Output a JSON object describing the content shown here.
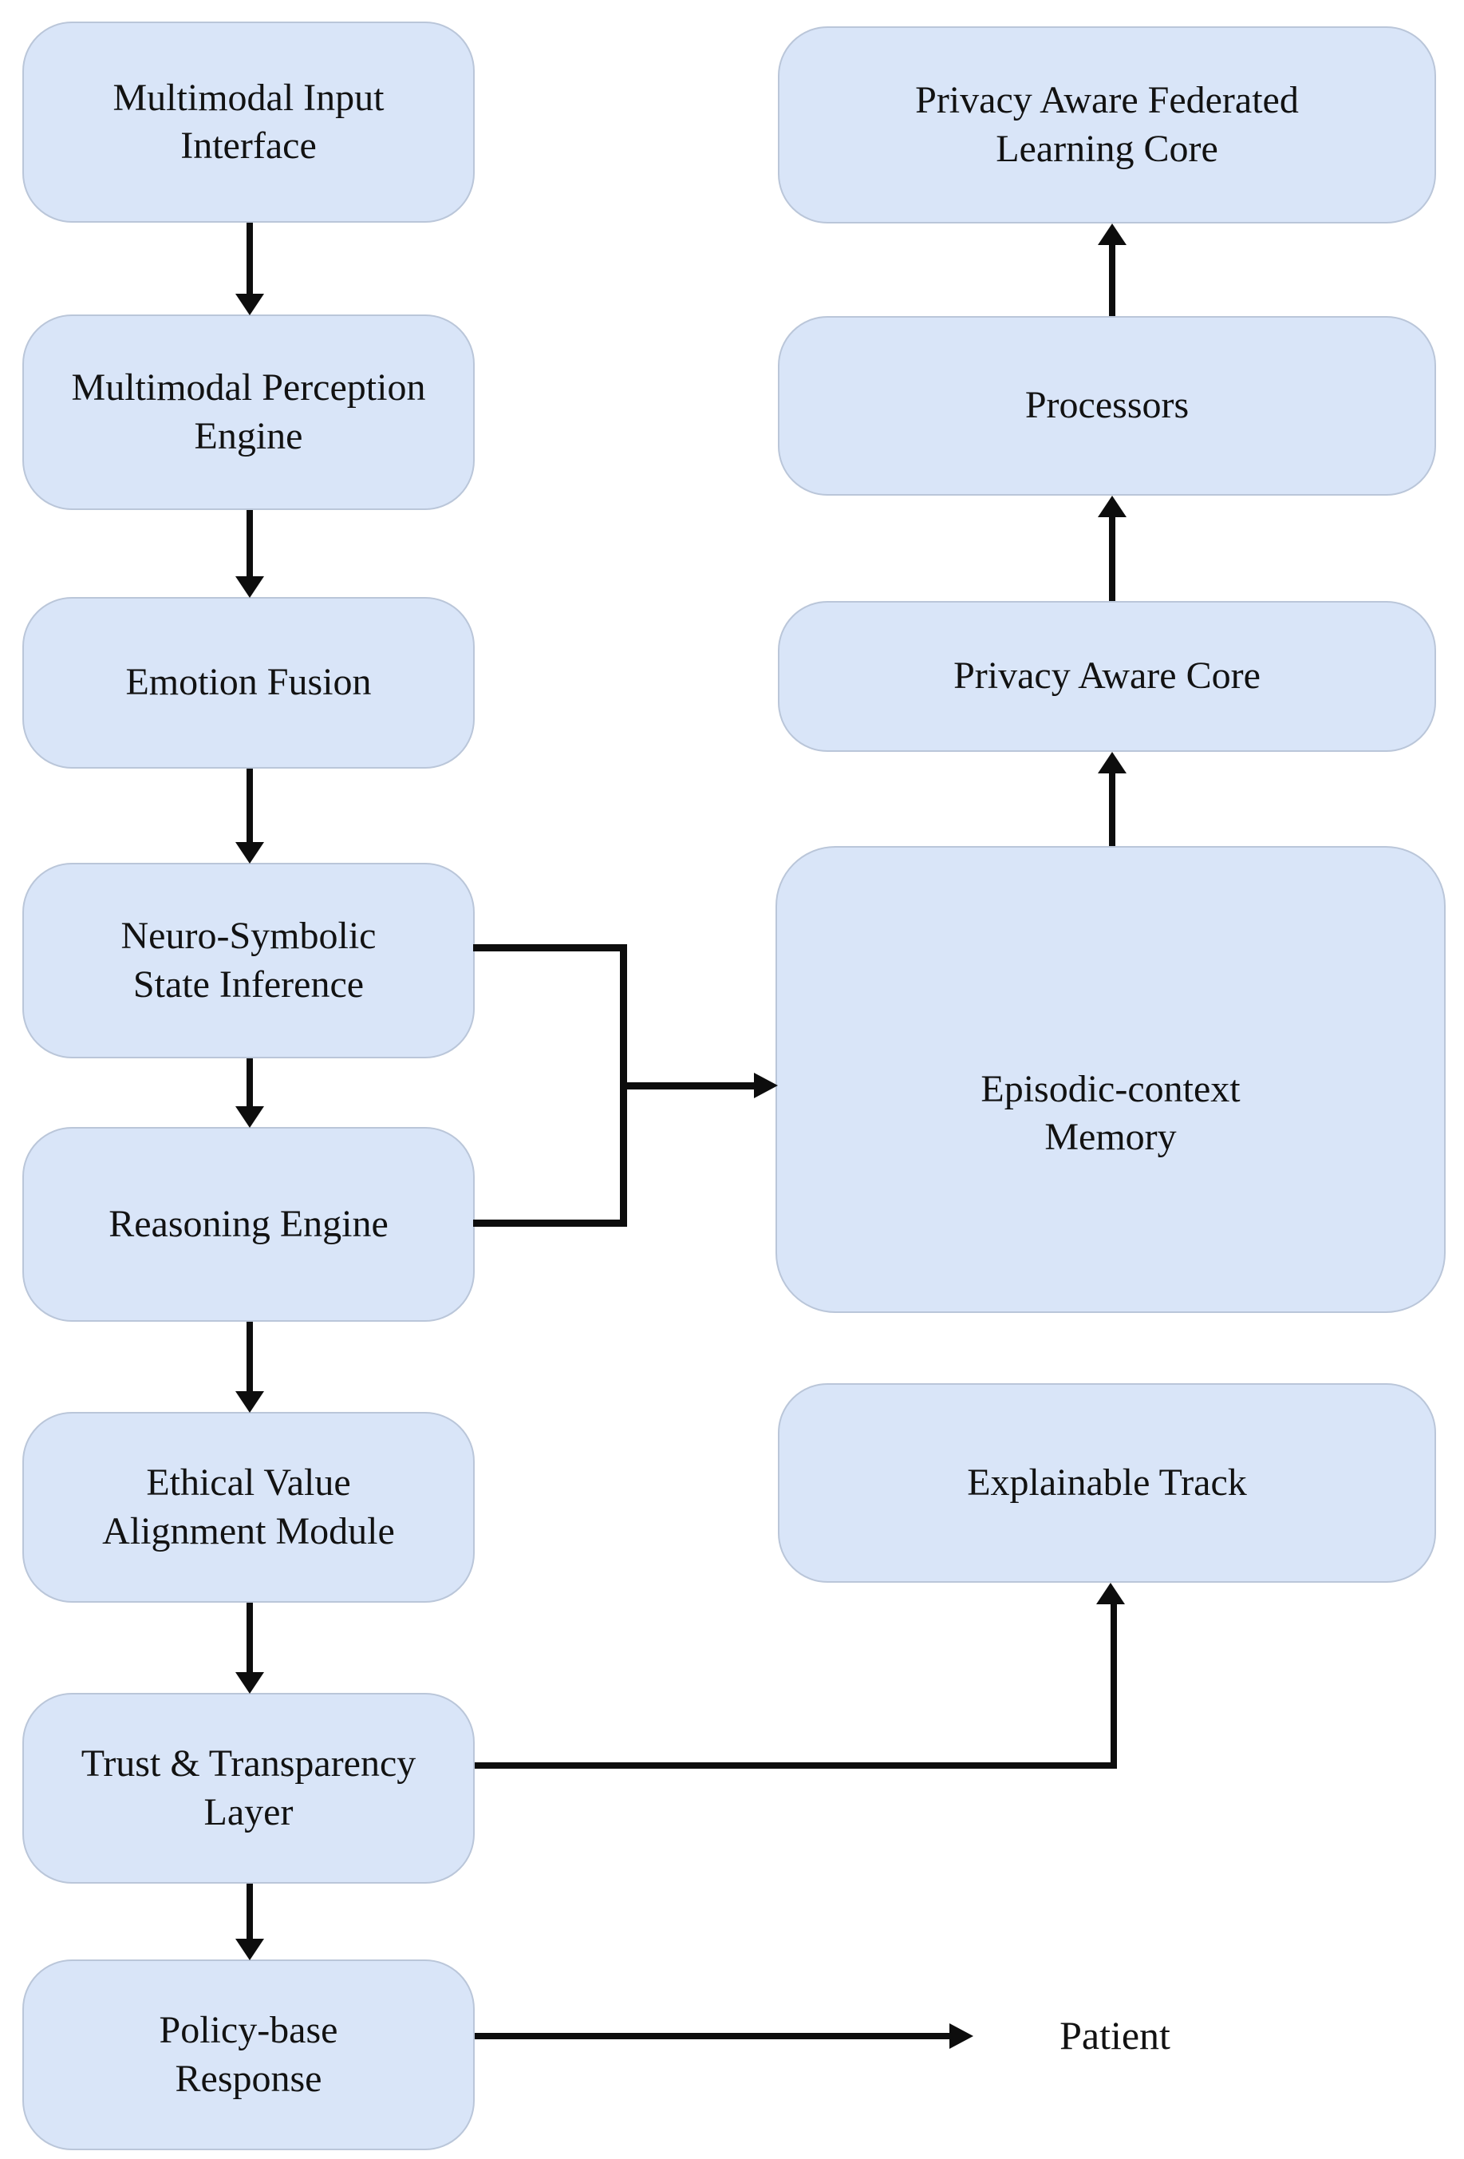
{
  "diagram": {
    "background_color": "#ffffff",
    "node_fill_color": "#d9e5f8",
    "node_border_color": "#bac6d9",
    "arrow_color": "#0d0d0d",
    "text_color": "#121212",
    "nodes": {
      "left": [
        {
          "id": "multimodal-input-interface",
          "label": "Multimodal Input\nInterface"
        },
        {
          "id": "multimodal-perception-engine",
          "label": "Multimodal Perception\nEngine"
        },
        {
          "id": "emotion-fusion",
          "label": "Emotion Fusion"
        },
        {
          "id": "neuro-symbolic-state-inference",
          "label": "Neuro-Symbolic\nState Inference"
        },
        {
          "id": "reasoning-engine",
          "label": "Reasoning Engine"
        },
        {
          "id": "ethical-value-alignment-module",
          "label": "Ethical Value\nAlignment Module"
        },
        {
          "id": "trust-transparency-layer",
          "label": "Trust & Transparency\nLayer"
        },
        {
          "id": "policy-base-response",
          "label": "Policy-base\nResponse"
        }
      ],
      "right": [
        {
          "id": "privacy-aware-federated-learning-core",
          "label": "Privacy Aware Federated\nLearning Core"
        },
        {
          "id": "processors",
          "label": "Processors"
        },
        {
          "id": "privacy-aware-core",
          "label": "Privacy Aware Core"
        },
        {
          "id": "episodic-context-memory",
          "label": "Episodic-context\nMemory"
        },
        {
          "id": "explainable-track",
          "label": "Explainable Track"
        }
      ],
      "external": [
        {
          "id": "patient",
          "label": "Patient"
        }
      ]
    },
    "edges": [
      {
        "from": "multimodal-input-interface",
        "to": "multimodal-perception-engine",
        "direction": "down"
      },
      {
        "from": "multimodal-perception-engine",
        "to": "emotion-fusion",
        "direction": "down"
      },
      {
        "from": "emotion-fusion",
        "to": "neuro-symbolic-state-inference",
        "direction": "down"
      },
      {
        "from": "neuro-symbolic-state-inference",
        "to": "reasoning-engine",
        "direction": "down"
      },
      {
        "from": "reasoning-engine",
        "to": "ethical-value-alignment-module",
        "direction": "down"
      },
      {
        "from": "ethical-value-alignment-module",
        "to": "trust-transparency-layer",
        "direction": "down"
      },
      {
        "from": "trust-transparency-layer",
        "to": "policy-base-response",
        "direction": "down"
      },
      {
        "from": "neuro-symbolic-state-inference",
        "to": "episodic-context-memory",
        "direction": "right",
        "via": "merge-bracket"
      },
      {
        "from": "reasoning-engine",
        "to": "episodic-context-memory",
        "direction": "right",
        "via": "merge-bracket"
      },
      {
        "from": "episodic-context-memory",
        "to": "privacy-aware-core",
        "direction": "up"
      },
      {
        "from": "privacy-aware-core",
        "to": "processors",
        "direction": "up"
      },
      {
        "from": "processors",
        "to": "privacy-aware-federated-learning-core",
        "direction": "up"
      },
      {
        "from": "trust-transparency-layer",
        "to": "explainable-track",
        "direction": "right-then-up"
      },
      {
        "from": "policy-base-response",
        "to": "patient",
        "direction": "right"
      }
    ]
  }
}
